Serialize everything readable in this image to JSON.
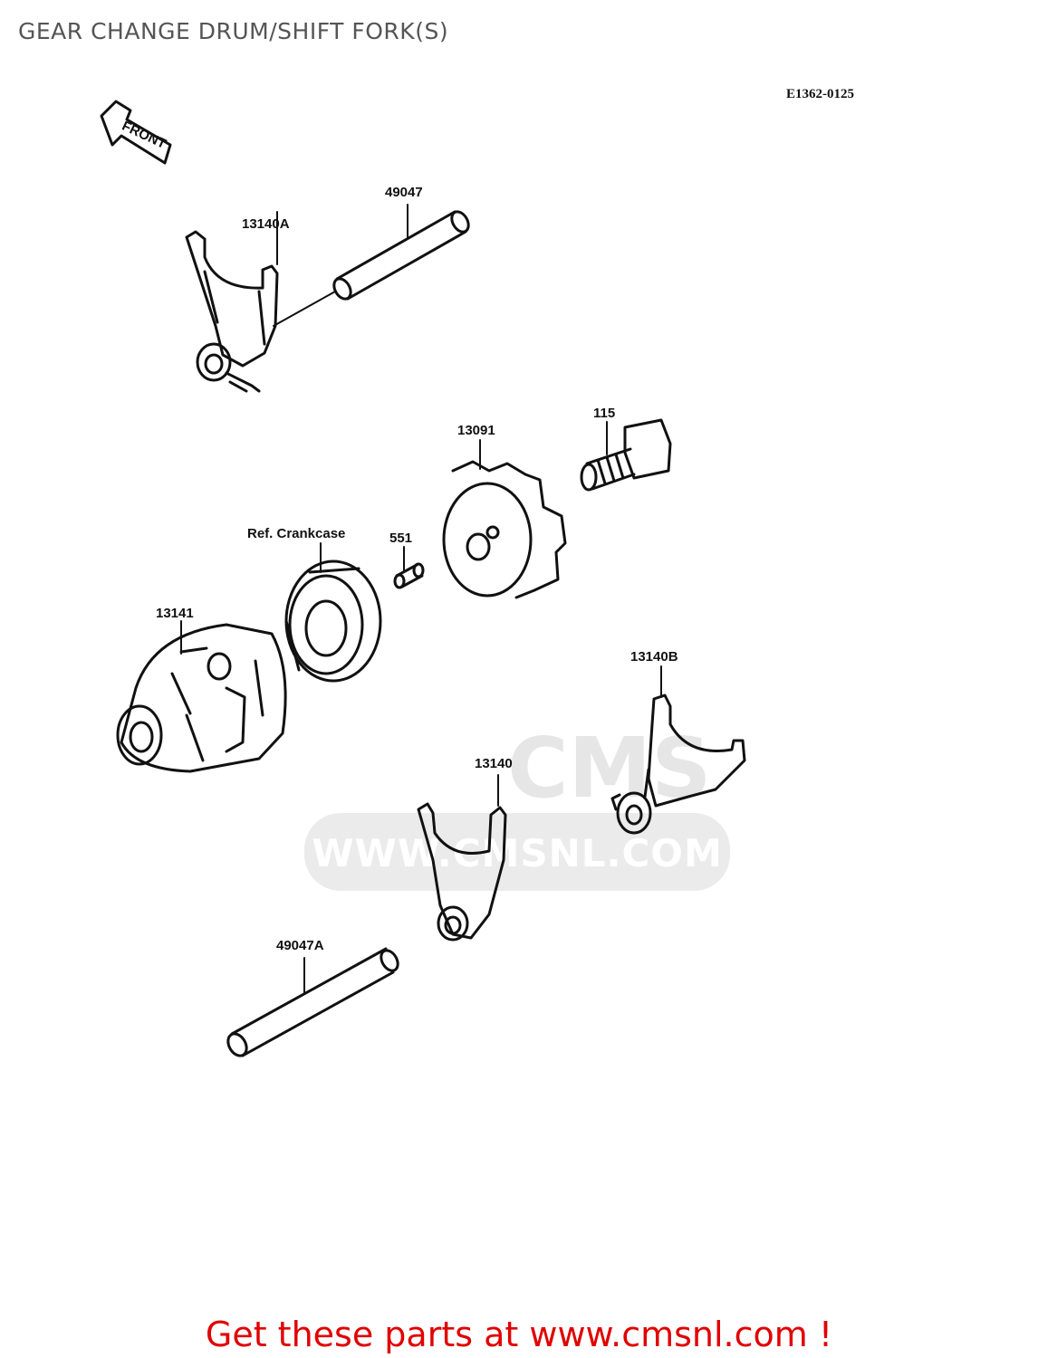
{
  "header": {
    "title": "GEAR CHANGE DRUM/SHIFT FORK(S)"
  },
  "diagram": {
    "code": "E1362-0125",
    "front_marker": "FRONT",
    "parts": {
      "p49047": "49047",
      "p13140a": "13140A",
      "p13091": "13091",
      "p115": "115",
      "p551": "551",
      "ref_crankcase": "Ref. Crankcase",
      "p13141": "13141",
      "p13140b": "13140B",
      "p13140": "13140",
      "p49047a": "49047A"
    },
    "watermark": {
      "brand": "CMS",
      "url": "WWW.CMSNL.COM"
    }
  },
  "footer": {
    "cta": "Get these parts at www.cmsnl.com !"
  }
}
